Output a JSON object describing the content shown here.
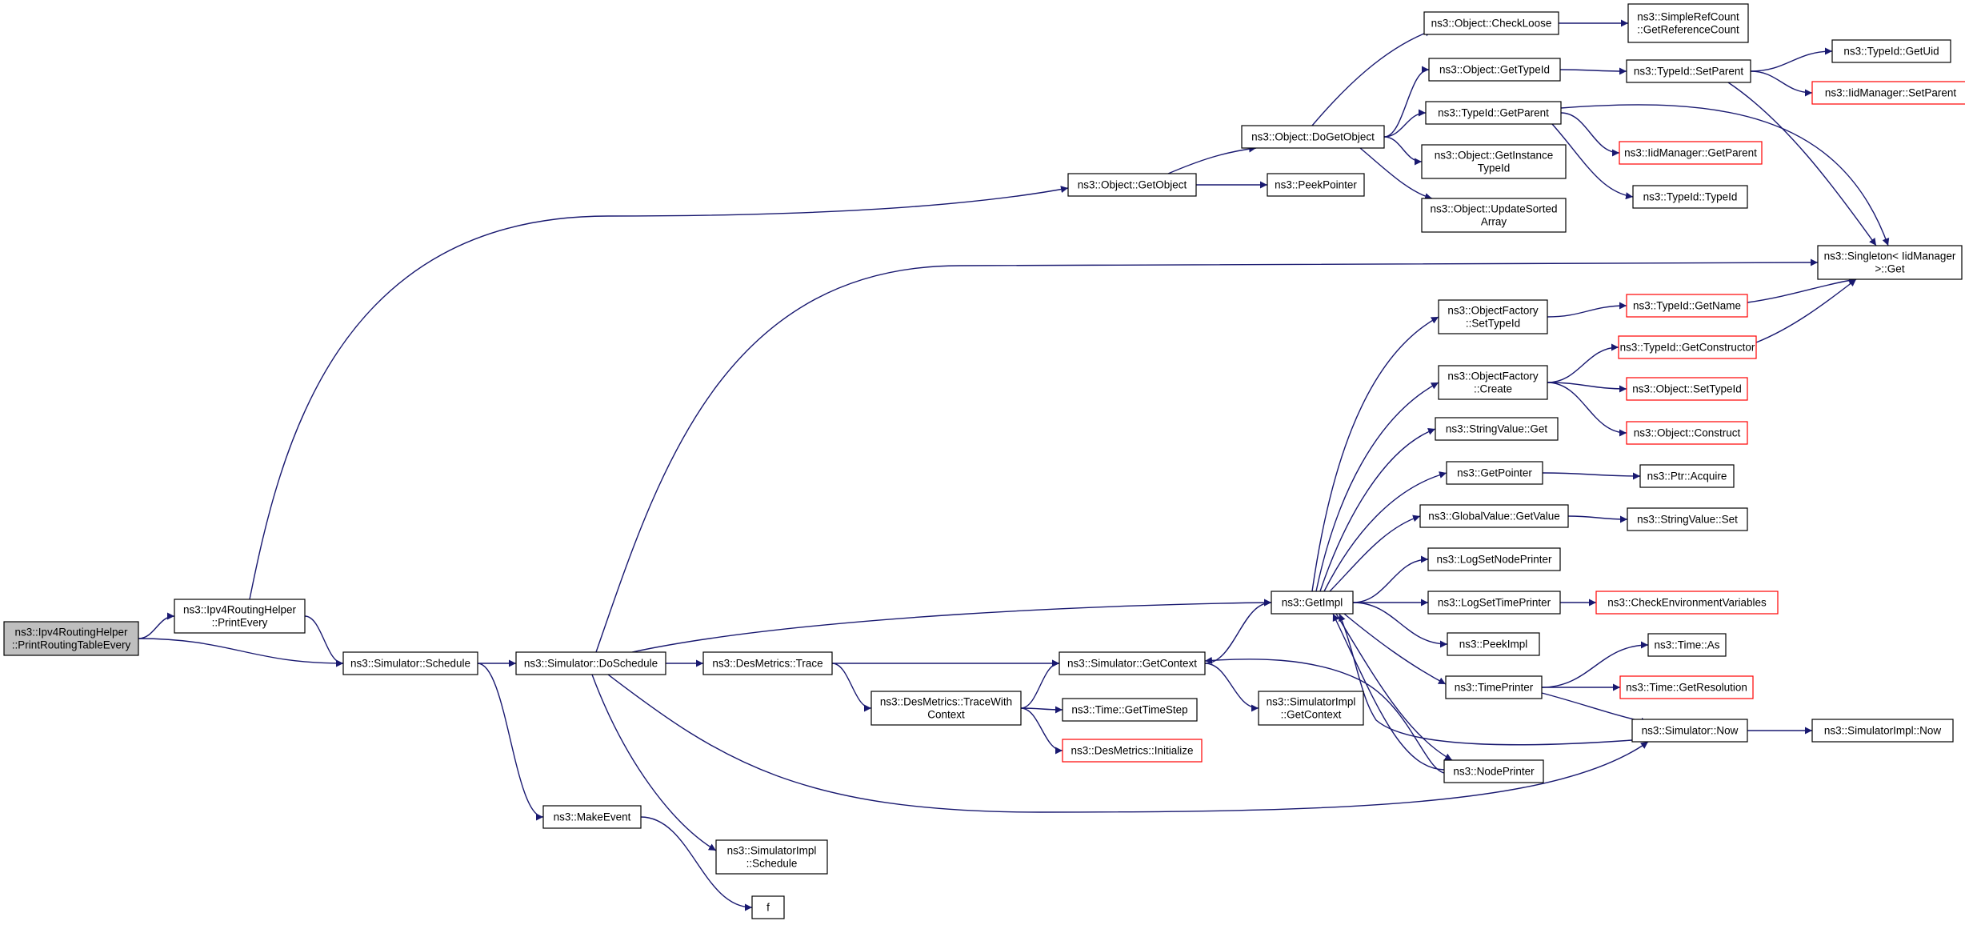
{
  "colors": {
    "edge": "#191970",
    "node_border": "#000000",
    "node_fill": "#ffffff",
    "root_fill": "#bfbfbf",
    "truncated_border": "#ff0000"
  },
  "nodes": [
    {
      "id": "n_root",
      "lines": [
        "ns3::Ipv4RoutingHelper",
        "::PrintRoutingTableEvery"
      ],
      "style": "root"
    },
    {
      "id": "n_printevery",
      "lines": [
        "ns3::Ipv4RoutingHelper",
        "::PrintEvery"
      ],
      "style": "normal"
    },
    {
      "id": "n_schedule",
      "lines": [
        "ns3::Simulator::Schedule"
      ],
      "style": "normal"
    },
    {
      "id": "n_doschedule",
      "lines": [
        "ns3::Simulator::DoSchedule"
      ],
      "style": "normal"
    },
    {
      "id": "n_makeevent",
      "lines": [
        "ns3::MakeEvent"
      ],
      "style": "normal"
    },
    {
      "id": "n_f",
      "lines": [
        "f"
      ],
      "style": "normal"
    },
    {
      "id": "n_simimpl_schedule",
      "lines": [
        "ns3::SimulatorImpl",
        "::Schedule"
      ],
      "style": "normal"
    },
    {
      "id": "n_desmetrics_trace",
      "lines": [
        "ns3::DesMetrics::Trace"
      ],
      "style": "normal"
    },
    {
      "id": "n_desmetrics_tracewith",
      "lines": [
        "ns3::DesMetrics::TraceWith",
        "Context"
      ],
      "style": "normal"
    },
    {
      "id": "n_time_gettimestep",
      "lines": [
        "ns3::Time::GetTimeStep"
      ],
      "style": "normal"
    },
    {
      "id": "n_desmetrics_init",
      "lines": [
        "ns3::DesMetrics::Initialize"
      ],
      "style": "truncated"
    },
    {
      "id": "n_sim_getcontext",
      "lines": [
        "ns3::Simulator::GetContext"
      ],
      "style": "normal"
    },
    {
      "id": "n_simimpl_getcontext",
      "lines": [
        "ns3::SimulatorImpl",
        "::GetContext"
      ],
      "style": "normal"
    },
    {
      "id": "n_getobject",
      "lines": [
        "ns3::Object::GetObject"
      ],
      "style": "normal"
    },
    {
      "id": "n_peekpointer",
      "lines": [
        "ns3::PeekPointer"
      ],
      "style": "normal"
    },
    {
      "id": "n_dogetobject",
      "lines": [
        "ns3::Object::DoGetObject"
      ],
      "style": "normal"
    },
    {
      "id": "n_checkloose",
      "lines": [
        "ns3::Object::CheckLoose"
      ],
      "style": "normal"
    },
    {
      "id": "n_obj_gettypeid",
      "lines": [
        "ns3::Object::GetTypeId"
      ],
      "style": "normal"
    },
    {
      "id": "n_typeid_getparent",
      "lines": [
        "ns3::TypeId::GetParent"
      ],
      "style": "normal"
    },
    {
      "id": "n_getinstancetypeid",
      "lines": [
        "ns3::Object::GetInstance",
        "TypeId"
      ],
      "style": "normal"
    },
    {
      "id": "n_updatesorted",
      "lines": [
        "ns3::Object::UpdateSorted",
        "Array"
      ],
      "style": "normal"
    },
    {
      "id": "n_simplerefcount",
      "lines": [
        "ns3::SimpleRefCount",
        "::GetReferenceCount"
      ],
      "style": "normal"
    },
    {
      "id": "n_typeid_setparent",
      "lines": [
        "ns3::TypeId::SetParent"
      ],
      "style": "normal"
    },
    {
      "id": "n_typeid_getuid",
      "lines": [
        "ns3::TypeId::GetUid"
      ],
      "style": "normal"
    },
    {
      "id": "n_iid_setparent",
      "lines": [
        "ns3::IidManager::SetParent"
      ],
      "style": "truncated"
    },
    {
      "id": "n_iid_getparent",
      "lines": [
        "ns3::IidManager::GetParent"
      ],
      "style": "truncated"
    },
    {
      "id": "n_typeid_typeid",
      "lines": [
        "ns3::TypeId::TypeId"
      ],
      "style": "normal"
    },
    {
      "id": "n_singleton_get",
      "lines": [
        "ns3::Singleton< IidManager",
        " >::Get"
      ],
      "style": "normal"
    },
    {
      "id": "n_getimpl",
      "lines": [
        "ns3::GetImpl"
      ],
      "style": "normal"
    },
    {
      "id": "n_of_settypeid",
      "lines": [
        "ns3::ObjectFactory",
        "::SetTypeId"
      ],
      "style": "normal"
    },
    {
      "id": "n_of_create",
      "lines": [
        "ns3::ObjectFactory",
        "::Create"
      ],
      "style": "normal"
    },
    {
      "id": "n_stringvalue_get",
      "lines": [
        "ns3::StringValue::Get"
      ],
      "style": "normal"
    },
    {
      "id": "n_getpointer",
      "lines": [
        "ns3::GetPointer"
      ],
      "style": "normal"
    },
    {
      "id": "n_globalvalue_getvalue",
      "lines": [
        "ns3::GlobalValue::GetValue"
      ],
      "style": "normal"
    },
    {
      "id": "n_logsetnodeprinter",
      "lines": [
        "ns3::LogSetNodePrinter"
      ],
      "style": "normal"
    },
    {
      "id": "n_logsettimeprinter",
      "lines": [
        "ns3::LogSetTimePrinter"
      ],
      "style": "normal"
    },
    {
      "id": "n_peekimpl",
      "lines": [
        "ns3::PeekImpl"
      ],
      "style": "normal"
    },
    {
      "id": "n_timeprinter",
      "lines": [
        "ns3::TimePrinter"
      ],
      "style": "normal"
    },
    {
      "id": "n_nodeprinter",
      "lines": [
        "ns3::NodePrinter"
      ],
      "style": "normal"
    },
    {
      "id": "n_typeid_getname",
      "lines": [
        "ns3::TypeId::GetName"
      ],
      "style": "truncated"
    },
    {
      "id": "n_typeid_getconstructor",
      "lines": [
        "ns3::TypeId::GetConstructor"
      ],
      "style": "truncated"
    },
    {
      "id": "n_obj_settypeid",
      "lines": [
        "ns3::Object::SetTypeId"
      ],
      "style": "truncated"
    },
    {
      "id": "n_obj_construct",
      "lines": [
        "ns3::Object::Construct"
      ],
      "style": "truncated"
    },
    {
      "id": "n_ptr_acquire",
      "lines": [
        "ns3::Ptr::Acquire"
      ],
      "style": "normal"
    },
    {
      "id": "n_stringvalue_set",
      "lines": [
        "ns3::StringValue::Set"
      ],
      "style": "normal"
    },
    {
      "id": "n_checkenv",
      "lines": [
        "ns3::CheckEnvironmentVariables"
      ],
      "style": "truncated"
    },
    {
      "id": "n_time_as",
      "lines": [
        "ns3::Time::As"
      ],
      "style": "normal"
    },
    {
      "id": "n_time_getresolution",
      "lines": [
        "ns3::Time::GetResolution"
      ],
      "style": "truncated"
    },
    {
      "id": "n_sim_now",
      "lines": [
        "ns3::Simulator::Now"
      ],
      "style": "normal"
    },
    {
      "id": "n_simimpl_now",
      "lines": [
        "ns3::SimulatorImpl::Now"
      ],
      "style": "normal"
    }
  ],
  "edges": [
    {
      "from": "n_root",
      "to": "n_printevery"
    },
    {
      "from": "n_root",
      "to": "n_schedule"
    },
    {
      "from": "n_printevery",
      "to": "n_schedule"
    },
    {
      "from": "n_printevery",
      "to": "n_getobject"
    },
    {
      "from": "n_schedule",
      "to": "n_doschedule"
    },
    {
      "from": "n_schedule",
      "to": "n_makeevent"
    },
    {
      "from": "n_makeevent",
      "to": "n_f"
    },
    {
      "from": "n_doschedule",
      "to": "n_desmetrics_trace"
    },
    {
      "from": "n_doschedule",
      "to": "n_getimpl"
    },
    {
      "from": "n_doschedule",
      "to": "n_singleton_get"
    },
    {
      "from": "n_doschedule",
      "to": "n_simimpl_schedule"
    },
    {
      "from": "n_doschedule",
      "to": "n_sim_now"
    },
    {
      "from": "n_desmetrics_trace",
      "to": "n_sim_getcontext"
    },
    {
      "from": "n_desmetrics_trace",
      "to": "n_desmetrics_tracewith"
    },
    {
      "from": "n_desmetrics_tracewith",
      "to": "n_sim_getcontext"
    },
    {
      "from": "n_desmetrics_tracewith",
      "to": "n_time_gettimestep"
    },
    {
      "from": "n_desmetrics_tracewith",
      "to": "n_desmetrics_init"
    },
    {
      "from": "n_sim_getcontext",
      "to": "n_getimpl"
    },
    {
      "from": "n_sim_getcontext",
      "to": "n_simimpl_getcontext"
    },
    {
      "from": "n_getobject",
      "to": "n_dogetobject"
    },
    {
      "from": "n_getobject",
      "to": "n_peekpointer"
    },
    {
      "from": "n_dogetobject",
      "to": "n_checkloose"
    },
    {
      "from": "n_dogetobject",
      "to": "n_obj_gettypeid"
    },
    {
      "from": "n_dogetobject",
      "to": "n_typeid_getparent"
    },
    {
      "from": "n_dogetobject",
      "to": "n_getinstancetypeid"
    },
    {
      "from": "n_dogetobject",
      "to": "n_updatesorted"
    },
    {
      "from": "n_checkloose",
      "to": "n_simplerefcount"
    },
    {
      "from": "n_obj_gettypeid",
      "to": "n_typeid_setparent"
    },
    {
      "from": "n_typeid_setparent",
      "to": "n_typeid_getuid"
    },
    {
      "from": "n_typeid_setparent",
      "to": "n_iid_setparent"
    },
    {
      "from": "n_typeid_setparent",
      "to": "n_singleton_get"
    },
    {
      "from": "n_typeid_getparent",
      "to": "n_iid_getparent"
    },
    {
      "from": "n_typeid_getparent",
      "to": "n_typeid_typeid"
    },
    {
      "from": "n_typeid_getparent",
      "to": "n_singleton_get"
    },
    {
      "from": "n_getimpl",
      "to": "n_of_settypeid"
    },
    {
      "from": "n_getimpl",
      "to": "n_of_create"
    },
    {
      "from": "n_getimpl",
      "to": "n_stringvalue_get"
    },
    {
      "from": "n_getimpl",
      "to": "n_getpointer"
    },
    {
      "from": "n_getimpl",
      "to": "n_globalvalue_getvalue"
    },
    {
      "from": "n_getimpl",
      "to": "n_logsetnodeprinter"
    },
    {
      "from": "n_getimpl",
      "to": "n_logsettimeprinter"
    },
    {
      "from": "n_getimpl",
      "to": "n_peekimpl"
    },
    {
      "from": "n_getimpl",
      "to": "n_timeprinter"
    },
    {
      "from": "n_getimpl",
      "to": "n_nodeprinter"
    },
    {
      "from": "n_of_settypeid",
      "to": "n_typeid_getname"
    },
    {
      "from": "n_of_create",
      "to": "n_typeid_getconstructor"
    },
    {
      "from": "n_of_create",
      "to": "n_obj_settypeid"
    },
    {
      "from": "n_of_create",
      "to": "n_obj_construct"
    },
    {
      "from": "n_typeid_getname",
      "to": "n_singleton_get"
    },
    {
      "from": "n_typeid_getconstructor",
      "to": "n_singleton_get"
    },
    {
      "from": "n_getpointer",
      "to": "n_ptr_acquire"
    },
    {
      "from": "n_globalvalue_getvalue",
      "to": "n_stringvalue_set"
    },
    {
      "from": "n_logsettimeprinter",
      "to": "n_checkenv"
    },
    {
      "from": "n_timeprinter",
      "to": "n_time_as"
    },
    {
      "from": "n_timeprinter",
      "to": "n_time_getresolution"
    },
    {
      "from": "n_timeprinter",
      "to": "n_sim_now"
    },
    {
      "from": "n_sim_now",
      "to": "n_getimpl"
    },
    {
      "from": "n_sim_now",
      "to": "n_simimpl_now"
    },
    {
      "from": "n_nodeprinter",
      "to": "n_getimpl"
    },
    {
      "from": "n_nodeprinter",
      "to": "n_sim_getcontext"
    }
  ]
}
